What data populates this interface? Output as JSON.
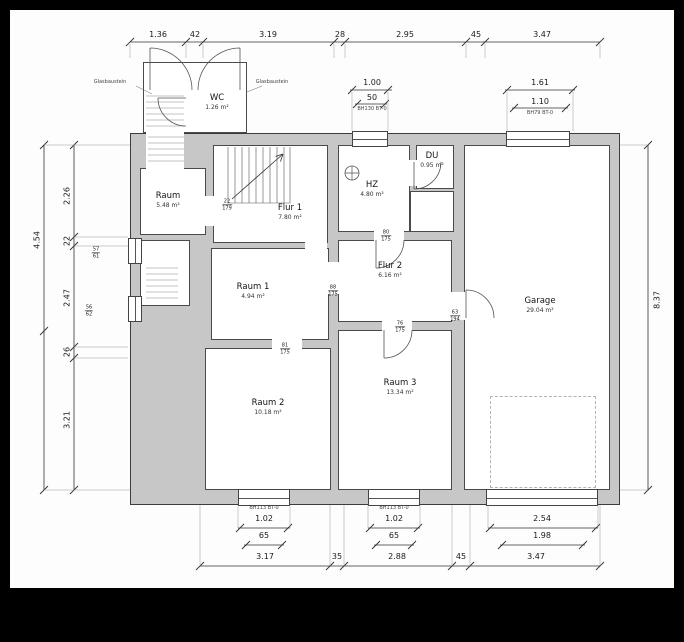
{
  "drawing": {
    "rooms": {
      "wc": {
        "name": "WC",
        "area": "1.26 m²"
      },
      "raum": {
        "name": "Raum",
        "area": "5.48 m²"
      },
      "flur1": {
        "name": "Flur 1",
        "area": "7.80 m²"
      },
      "hz": {
        "name": "HZ",
        "area": "4.80 m²"
      },
      "du": {
        "name": "DU",
        "area": "0.95 m²"
      },
      "raum1": {
        "name": "Raum 1",
        "area": "4.94 m²"
      },
      "flur2": {
        "name": "Flur 2",
        "area": "6.16 m²"
      },
      "raum2": {
        "name": "Raum 2",
        "area": "10.18 m²"
      },
      "raum3": {
        "name": "Raum 3",
        "area": "13.34 m²"
      },
      "garage": {
        "name": "Garage",
        "area": "29.04 m²"
      }
    },
    "dims": {
      "top": [
        "1.36",
        "42",
        "3.19",
        "28",
        "2.95",
        "45",
        "3.47"
      ],
      "top_window_left": {
        "w": "1.00",
        "inner": "50",
        "note": "BH130 BT-0"
      },
      "top_window_right": {
        "w": "1.61",
        "inner": "1.10",
        "note": "BH79 BT-0"
      },
      "left": {
        "total_upper": "4.54",
        "a": "2.26",
        "b": "22",
        "c": "2.47",
        "d": "26",
        "e": "3.21"
      },
      "right": {
        "total": "8.37"
      },
      "bottom_window_left": {
        "w": "1.02",
        "inner": "65",
        "note": "BH113 BT-0"
      },
      "bottom_window_mid": {
        "w": "1.02",
        "inner": "65",
        "note": "BH113 BT-0"
      },
      "bottom_garage": {
        "w": "2.54",
        "inner": "1.98"
      },
      "bottom": [
        "3.17",
        "35",
        "2.88",
        "45",
        "3.47"
      ]
    },
    "openings": {
      "raum_flur1": {
        "w": "22",
        "h": "179"
      },
      "hz_flur2": {
        "w": "80",
        "h": "175"
      },
      "flur2_raum1": {
        "w": "88",
        "h": "175"
      },
      "raum1_raum2": {
        "w": "81",
        "h": "175"
      },
      "flur2_raum3": {
        "w": "76",
        "h": "175"
      },
      "flur2_garage": {
        "w": "63",
        "h": "194"
      },
      "window_left_upper": {
        "w": "57",
        "h": "61"
      },
      "window_left_lower": {
        "w": "56",
        "h": "62"
      }
    },
    "annotations": {
      "glas_left": "Glasbaustein",
      "glas_right": "Glasbaustein"
    }
  }
}
